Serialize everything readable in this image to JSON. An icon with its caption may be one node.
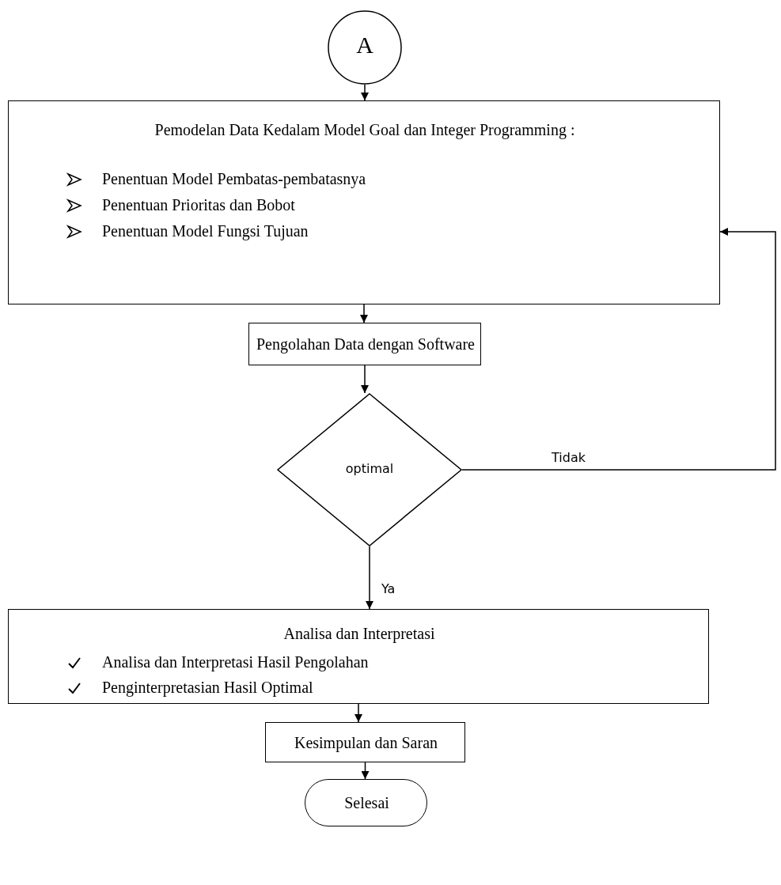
{
  "diagram": {
    "nodes": [
      {
        "text": [
          "A"
        ]
      },
      {
        "text": [
          "Pemodelan Data Kedalam Model Goal dan Integer Programming :",
          "Penentuan Model Pembatas-pembatasnya",
          "Penentuan Prioritas dan Bobot",
          "Penentuan Model Fungsi Tujuan"
        ]
      },
      {
        "text": [
          "Pengolahan Data dengan Software"
        ]
      },
      {
        "text": [
          "optimal"
        ]
      },
      {
        "text": [
          "Analisa dan Interpretasi",
          "Analisa dan Interpretasi Hasil Pengolahan",
          "Penginterpretasian Hasil Optimal"
        ]
      },
      {
        "text": [
          "Kesimpulan dan Saran"
        ]
      },
      {
        "text": [
          "Selesai"
        ]
      }
    ],
    "edges": [
      {
        "from": 0,
        "to": 1,
        "arrow": "to"
      },
      {
        "from": 1,
        "to": 2,
        "arrow": "to"
      },
      {
        "from": 2,
        "to": 3,
        "arrow": "to"
      },
      {
        "from": 3,
        "to": 1,
        "arrow": "to",
        "label": "Tidak"
      },
      {
        "from": 3,
        "to": 4,
        "arrow": "to",
        "label": "Ya"
      },
      {
        "from": 4,
        "to": 5,
        "arrow": "to"
      },
      {
        "from": 5,
        "to": 6,
        "arrow": "to"
      }
    ]
  }
}
